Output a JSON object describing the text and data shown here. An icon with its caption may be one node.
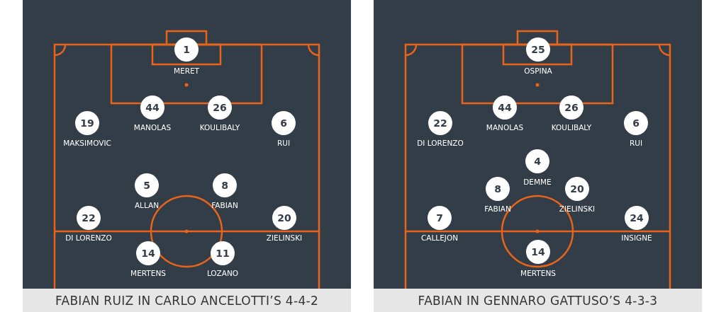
{
  "diagram": {
    "nodes": [
      {
        "text": [
          "FABIAN RUIZ IN CARLO ANCELOTTI’S 4-4-2"
        ]
      },
      {
        "text": [
          "1"
        ],
        "beside": [
          "MERET"
        ],
        "in": 0
      },
      {
        "text": [
          "44"
        ],
        "beside": [
          "MANOLAS"
        ],
        "in": 0
      },
      {
        "text": [
          "26"
        ],
        "beside": [
          "KOULIBALY"
        ],
        "in": 0
      },
      {
        "text": [
          "19"
        ],
        "beside": [
          "MAKSIMOVIC"
        ],
        "in": 0
      },
      {
        "text": [
          "6"
        ],
        "beside": [
          "RUI"
        ],
        "in": 0
      },
      {
        "text": [
          "5"
        ],
        "beside": [
          "ALLAN"
        ],
        "in": 0
      },
      {
        "text": [
          "8"
        ],
        "beside": [
          "FABIAN"
        ],
        "in": 0
      },
      {
        "text": [
          "22"
        ],
        "beside": [
          "DI LORENZO"
        ],
        "in": 0
      },
      {
        "text": [
          "20"
        ],
        "beside": [
          "ZIELINSKI"
        ],
        "in": 0
      },
      {
        "text": [
          "14"
        ],
        "beside": [
          "MERTENS"
        ],
        "in": 0
      },
      {
        "text": [
          "11"
        ],
        "beside": [
          "LOZANO"
        ],
        "in": 0
      },
      {
        "text": [
          "FABIAN IN GENNARO GATTUSO’S 4-3-3"
        ]
      },
      {
        "text": [
          "25"
        ],
        "beside": [
          "OSPINA"
        ],
        "in": 12
      },
      {
        "text": [
          "44"
        ],
        "beside": [
          "MANOLAS"
        ],
        "in": 12
      },
      {
        "text": [
          "26"
        ],
        "beside": [
          "KOULIBALY"
        ],
        "in": 12
      },
      {
        "text": [
          "22"
        ],
        "beside": [
          "DI LORENZO"
        ],
        "in": 12
      },
      {
        "text": [
          "6"
        ],
        "beside": [
          "RUI"
        ],
        "in": 12
      },
      {
        "text": [
          "4"
        ],
        "beside": [
          "DEMME"
        ],
        "in": 12
      },
      {
        "text": [
          "8"
        ],
        "beside": [
          "FABIAN"
        ],
        "in": 12
      },
      {
        "text": [
          "20"
        ],
        "beside": [
          "ZIELINSKI"
        ],
        "in": 12
      },
      {
        "text": [
          "7"
        ],
        "beside": [
          "CALLEJON"
        ],
        "in": 12
      },
      {
        "text": [
          "24"
        ],
        "beside": [
          "INSIGNE"
        ],
        "in": 12
      },
      {
        "text": [
          "14"
        ],
        "beside": [
          "MERTENS"
        ],
        "in": 12
      }
    ]
  }
}
